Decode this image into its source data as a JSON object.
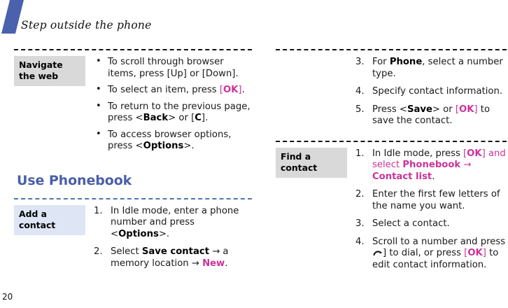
{
  "page": {
    "folio": "20",
    "running_head": "Step outside the phone",
    "corner_mark_color": "#4a62ad",
    "heading_color": "#4a5fa8",
    "key_color": "#cc3399",
    "label_gray": "#d9d9d9",
    "label_tint": "#dee5f4"
  },
  "left_column": {
    "sections": [
      {
        "label": "Navigate\nthe web",
        "label_line1": "Navigate",
        "label_line2": "the web",
        "label_style": "gray",
        "list_type": "bullets",
        "items": [
          {
            "parts": [
              {
                "t": "To scroll through browser items, press [Up] or [Down].",
                "s": "plain"
              }
            ]
          },
          {
            "parts": [
              {
                "t": "To select an item, press ",
                "s": "plain"
              },
              {
                "t": "[",
                "s": "bracket"
              },
              {
                "t": "OK",
                "s": "key"
              },
              {
                "t": "]",
                "s": "bracket"
              },
              {
                "t": ".",
                "s": "plain"
              }
            ]
          },
          {
            "parts": [
              {
                "t": "To return to the previous page, press <",
                "s": "plain"
              },
              {
                "t": "Back",
                "s": "bold"
              },
              {
                "t": "> or [",
                "s": "plain"
              },
              {
                "t": "C",
                "s": "bold"
              },
              {
                "t": "].",
                "s": "plain"
              }
            ]
          },
          {
            "parts": [
              {
                "t": "To access browser options, press <",
                "s": "plain"
              },
              {
                "t": "Options",
                "s": "bold"
              },
              {
                "t": ">.",
                "s": "plain"
              }
            ]
          }
        ]
      }
    ],
    "section_heading": "Use Phonebook",
    "phonebook_section": {
      "label_line1": "Add a contact",
      "label_line2": "",
      "label_style": "tint",
      "list_type": "steps",
      "items": [
        {
          "parts": [
            {
              "t": "In Idle mode, enter a phone number and press <",
              "s": "plain"
            },
            {
              "t": "Options",
              "s": "bold"
            },
            {
              "t": ">.",
              "s": "plain"
            }
          ]
        },
        {
          "parts": [
            {
              "t": "Select ",
              "s": "plain"
            },
            {
              "t": "Save contact",
              "s": "bold"
            },
            {
              "t": " → a memory location → ",
              "s": "plain"
            },
            {
              "t": "New",
              "s": "key"
            },
            {
              "t": ".",
              "s": "plain"
            }
          ]
        }
      ]
    }
  },
  "right_column": {
    "continued_steps": {
      "start_number": 3,
      "items": [
        {
          "parts": [
            {
              "t": "For ",
              "s": "plain"
            },
            {
              "t": "Phone",
              "s": "bold"
            },
            {
              "t": ", select a number type.",
              "s": "plain"
            }
          ]
        },
        {
          "parts": [
            {
              "t": "Specify contact information.",
              "s": "plain"
            }
          ]
        },
        {
          "parts": [
            {
              "t": "Press <",
              "s": "plain"
            },
            {
              "t": "Save",
              "s": "bold"
            },
            {
              "t": "> or ",
              "s": "plain"
            },
            {
              "t": "[",
              "s": "bracket"
            },
            {
              "t": "OK",
              "s": "key"
            },
            {
              "t": "]",
              "s": "bracket"
            },
            {
              "t": " to save the contact.",
              "s": "plain"
            }
          ]
        }
      ]
    },
    "find_section": {
      "label_line1": "Find a",
      "label_line2": "contact",
      "label_style": "gray",
      "list_type": "steps",
      "items": [
        {
          "parts": [
            {
              "t": "In Idle mode, press ",
              "s": "plain"
            },
            {
              "t": "[",
              "s": "bracket"
            },
            {
              "t": "OK",
              "s": "key"
            },
            {
              "t": "]",
              "s": "bracket"
            },
            {
              "t": " and select ",
              "s": "magenta-plain"
            },
            {
              "t": "Phonebook",
              "s": "key"
            },
            {
              "t": " → ",
              "s": "magenta-plain"
            },
            {
              "t": "Contact list",
              "s": "key"
            },
            {
              "t": ".",
              "s": "plain"
            }
          ]
        },
        {
          "parts": [
            {
              "t": "Enter the first few letters of the name you want.",
              "s": "plain"
            }
          ]
        },
        {
          "parts": [
            {
              "t": "Select a contact.",
              "s": "plain"
            }
          ]
        },
        {
          "parts": [
            {
              "t": "Scroll to a number and press [",
              "s": "plain"
            },
            {
              "t": "call-key-icon",
              "s": "icon"
            },
            {
              "t": "] to dial, or press ",
              "s": "plain"
            },
            {
              "t": "[",
              "s": "bracket"
            },
            {
              "t": "OK",
              "s": "key"
            },
            {
              "t": "]",
              "s": "bracket"
            },
            {
              "t": " to edit contact information.",
              "s": "plain"
            }
          ]
        }
      ]
    }
  }
}
